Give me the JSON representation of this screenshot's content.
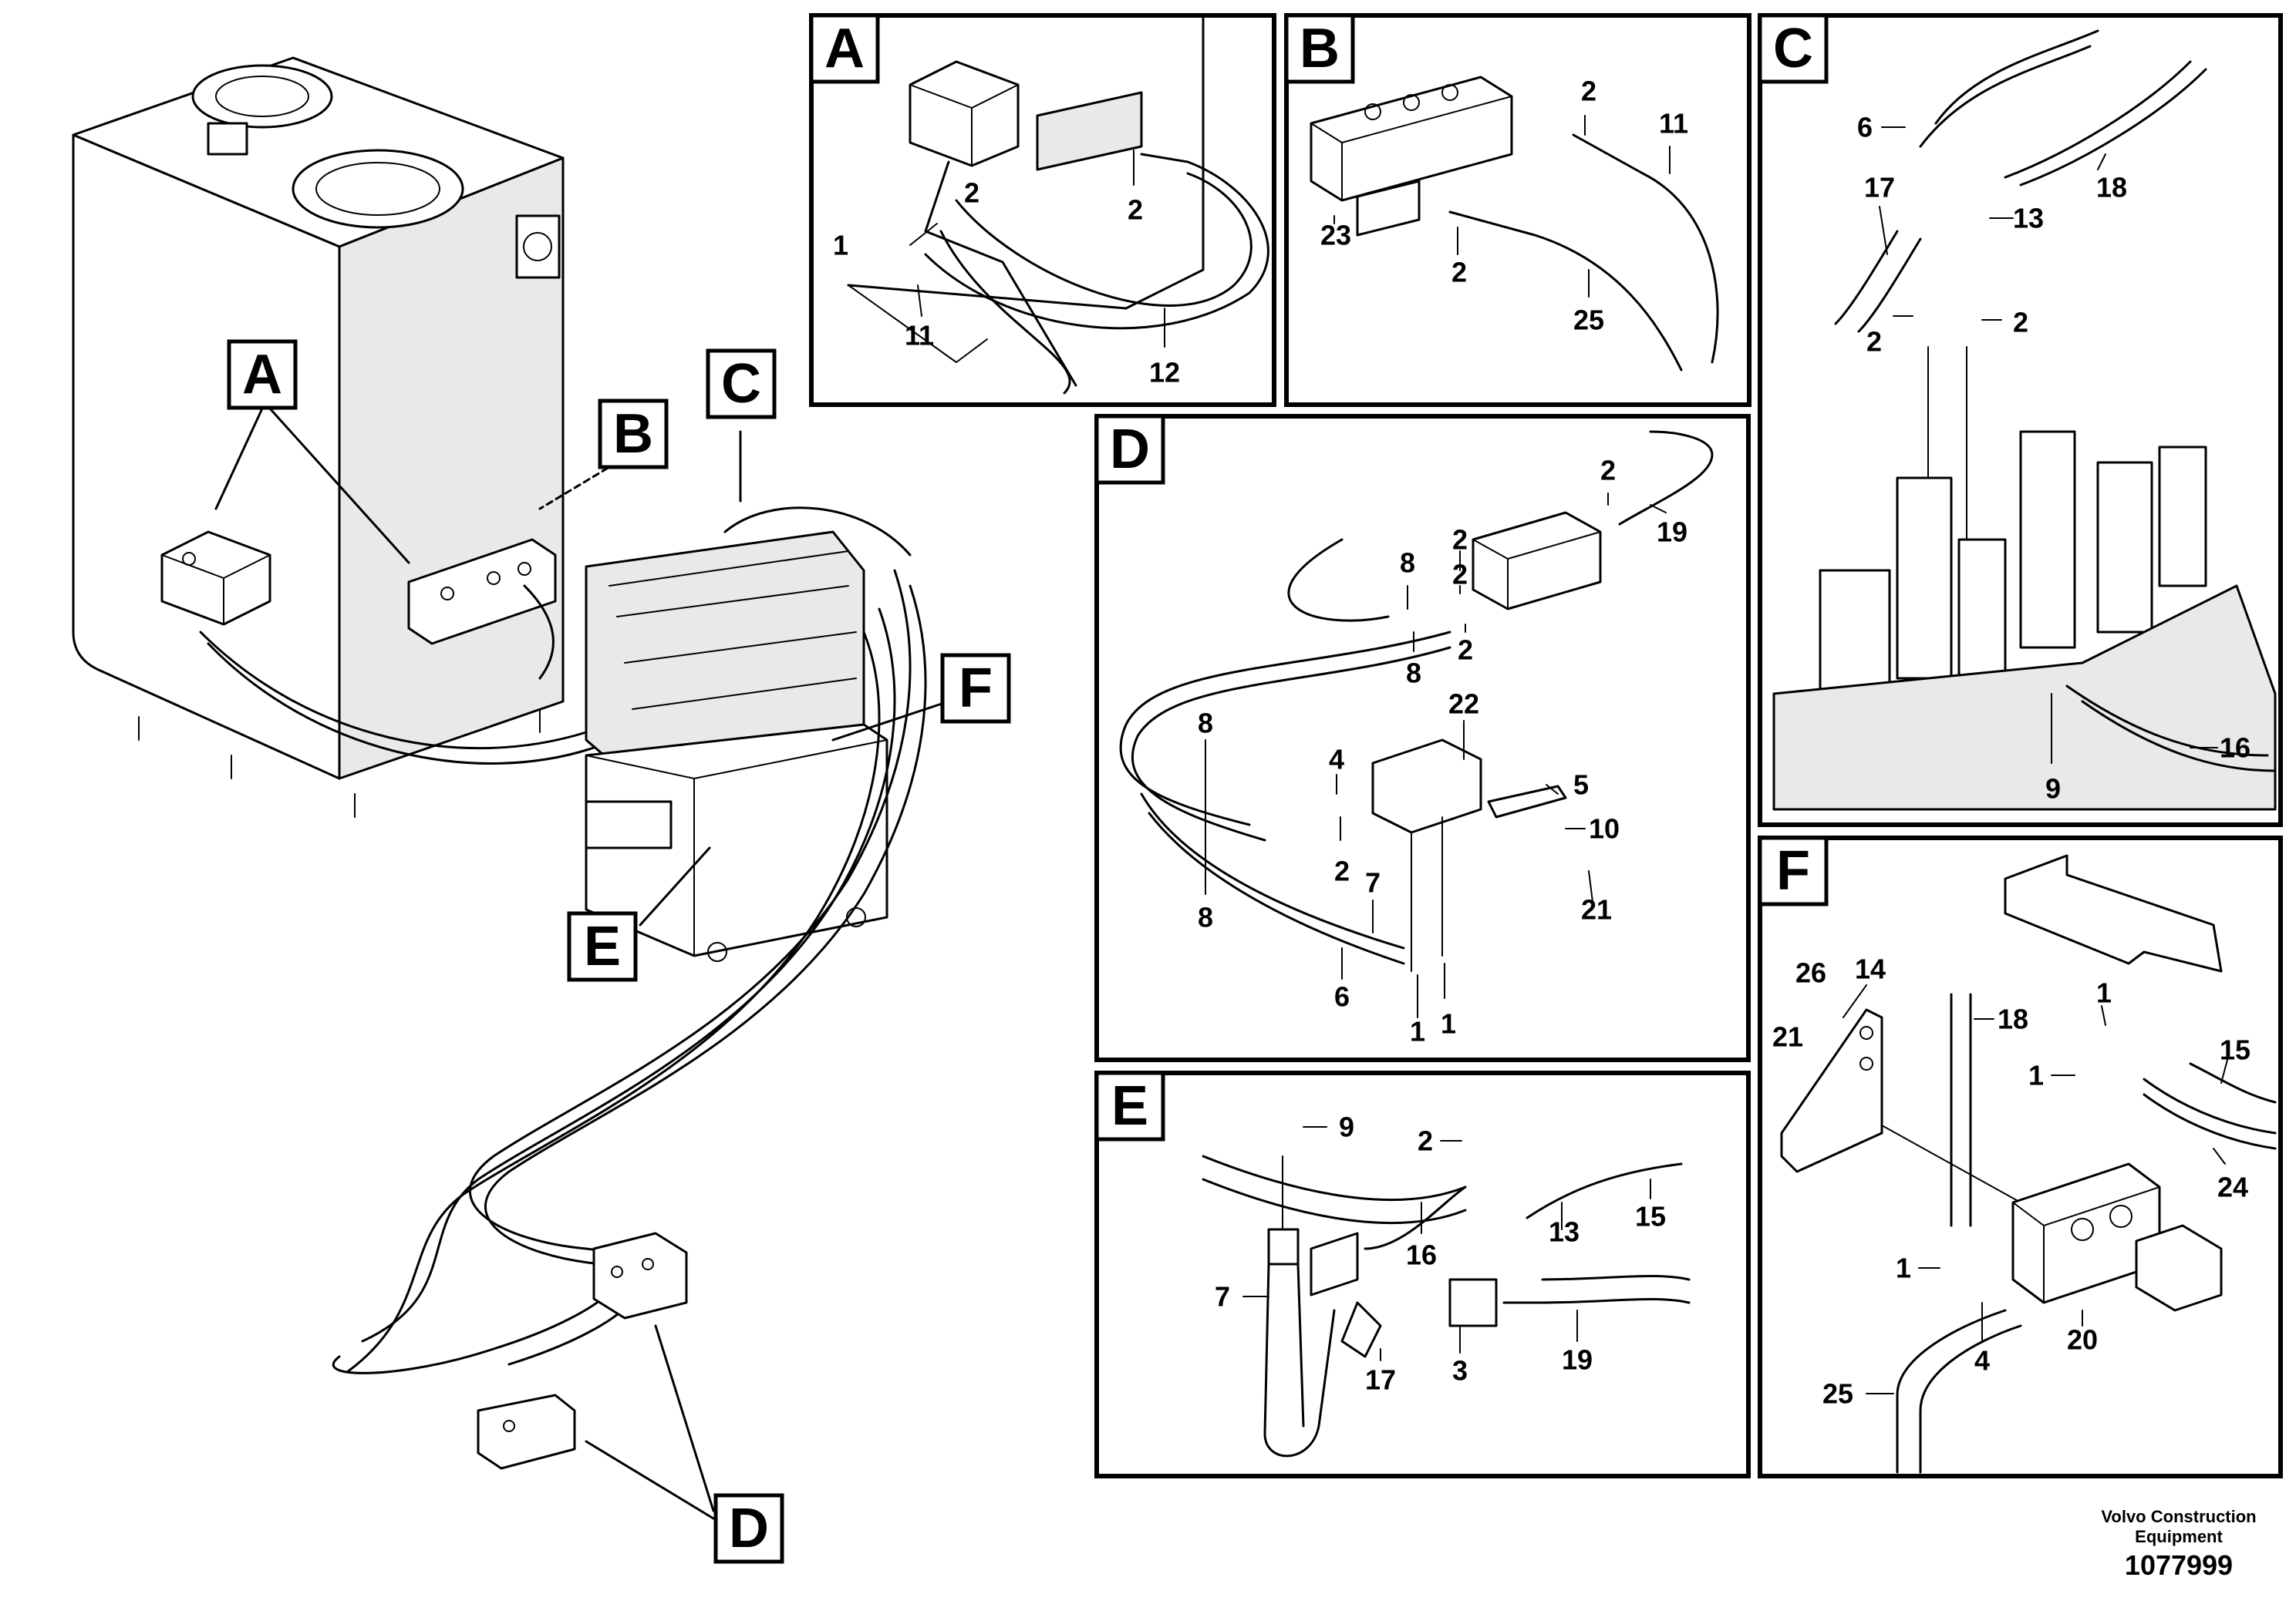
{
  "main_callouts": [
    "A",
    "B",
    "C",
    "D",
    "E",
    "F"
  ],
  "panels": {
    "A": {
      "title": "A",
      "parts": [
        "2",
        "2",
        "1",
        "11",
        "12"
      ]
    },
    "B": {
      "title": "B",
      "parts": [
        "2",
        "11",
        "23",
        "2",
        "25"
      ]
    },
    "C": {
      "title": "C",
      "parts": [
        "6",
        "18",
        "17",
        "13",
        "2",
        "2",
        "9",
        "16"
      ]
    },
    "D": {
      "title": "D",
      "parts": [
        "2",
        "19",
        "2",
        "8",
        "2",
        "2",
        "8",
        "22",
        "8",
        "4",
        "5",
        "2",
        "10",
        "7",
        "8",
        "21",
        "6",
        "1",
        "1"
      ]
    },
    "E": {
      "title": "E",
      "parts": [
        "9",
        "2",
        "16",
        "13",
        "15",
        "7",
        "17",
        "3",
        "19"
      ]
    },
    "F": {
      "title": "F",
      "parts": [
        "26",
        "14",
        "1",
        "21",
        "18",
        "1",
        "15",
        "24",
        "1",
        "20",
        "4",
        "25"
      ]
    }
  },
  "credit": {
    "brand_line1": "Volvo Construction",
    "brand_line2": "Equipment",
    "drawing_number": "1077999"
  }
}
